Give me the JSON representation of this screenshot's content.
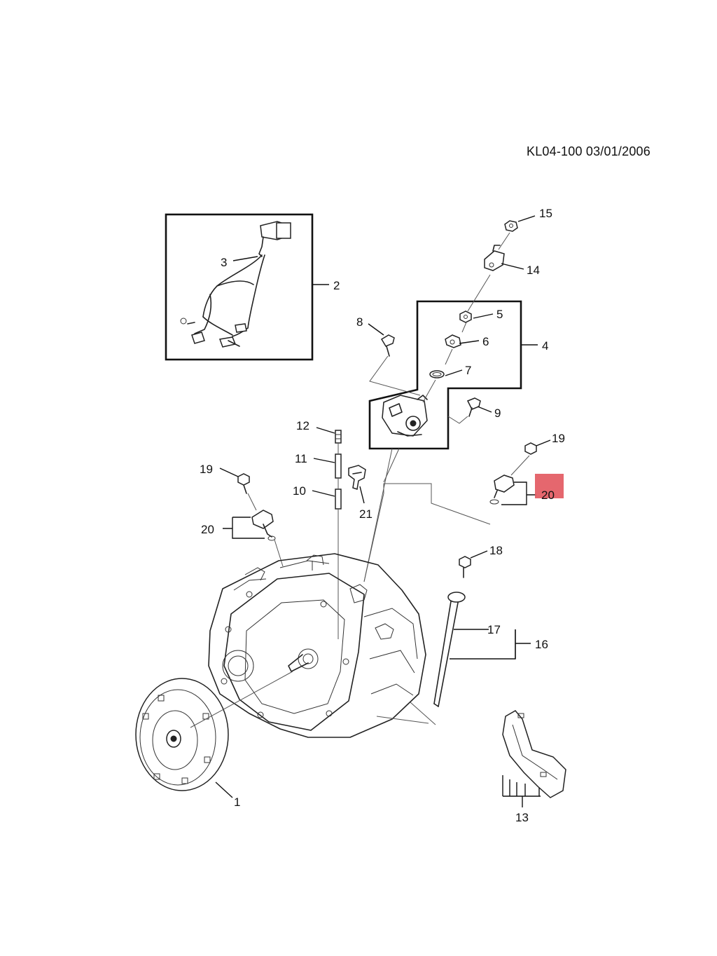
{
  "header": {
    "code": "KL04-100  03/01/2006"
  },
  "callouts": {
    "c1": "1",
    "c2": "2",
    "c3": "3",
    "c4": "4",
    "c5": "5",
    "c6": "6",
    "c7": "7",
    "c8": "8",
    "c9": "9",
    "c10": "10",
    "c11": "11",
    "c12": "12",
    "c13": "13",
    "c14": "14",
    "c15": "15",
    "c16": "16",
    "c17": "17",
    "c18": "18",
    "c19a": "19",
    "c19b": "19",
    "c20a": "20",
    "c20b": "20",
    "c21": "21"
  },
  "highlight": {
    "color": "#e35a62"
  }
}
